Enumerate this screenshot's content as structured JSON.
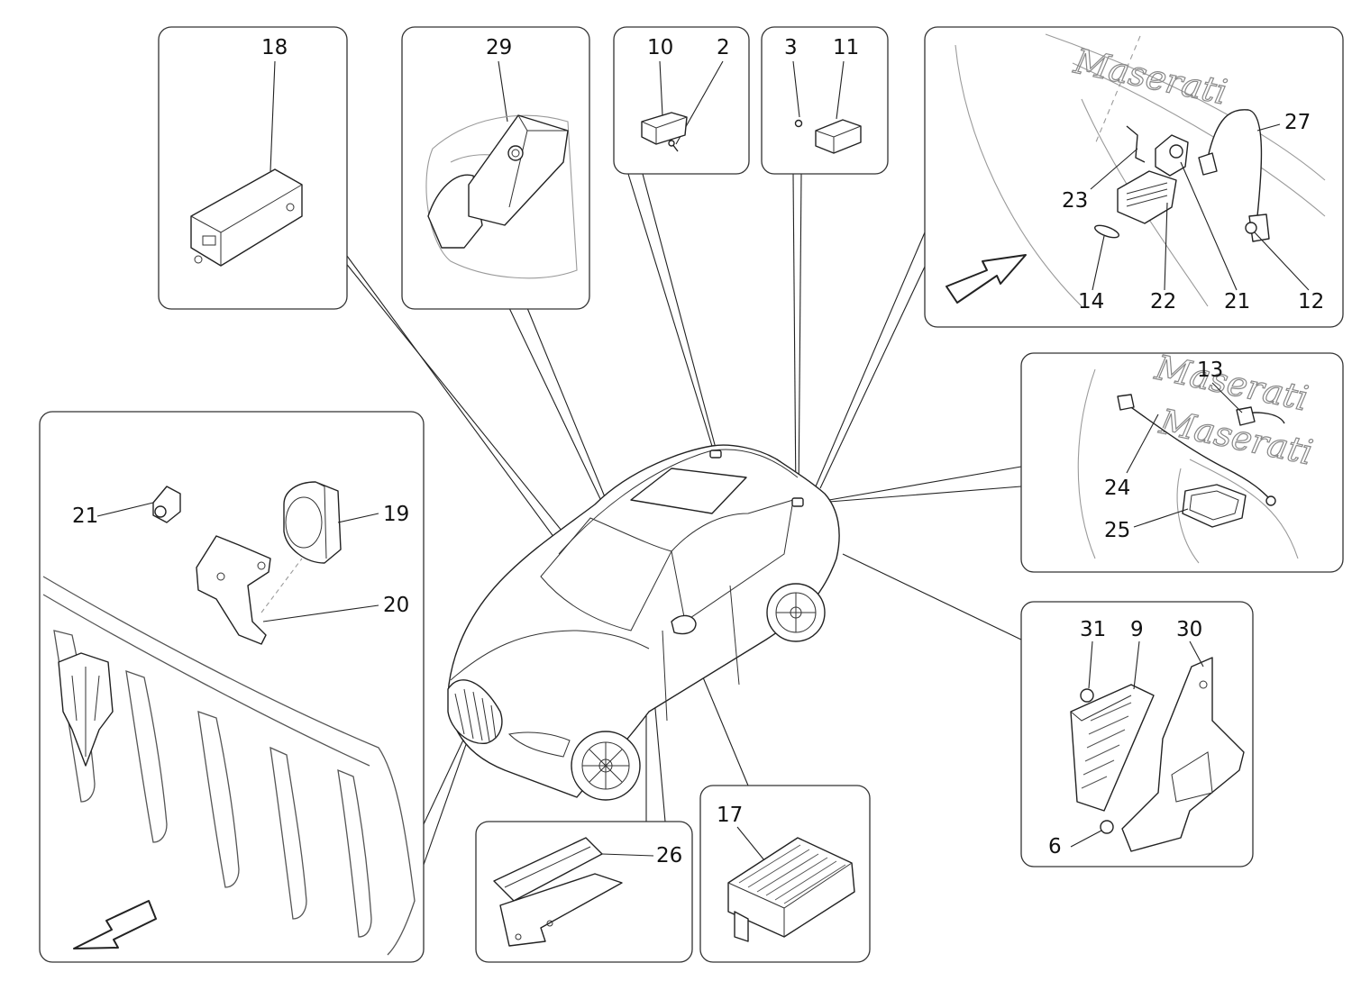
{
  "labels": {
    "p18": "18",
    "p29": "29",
    "p10": "10",
    "p2": "2",
    "p3": "3",
    "p11": "11",
    "p27": "27",
    "p23": "23",
    "p14": "14",
    "p22": "22",
    "p21a": "21",
    "p12": "12",
    "p13": "13",
    "p24": "24",
    "p25": "25",
    "p21b": "21",
    "p19": "19",
    "p20": "20",
    "p31": "31",
    "p9": "9",
    "p30": "30",
    "p6": "6",
    "p17": "17",
    "p26": "26"
  },
  "logo_text": {
    "upper": "Maserati",
    "lower": "Maserati"
  },
  "colors": {
    "line": "#222222",
    "panel_border": "#333333",
    "ghost": "#9a9a9a",
    "background": "#ffffff"
  }
}
